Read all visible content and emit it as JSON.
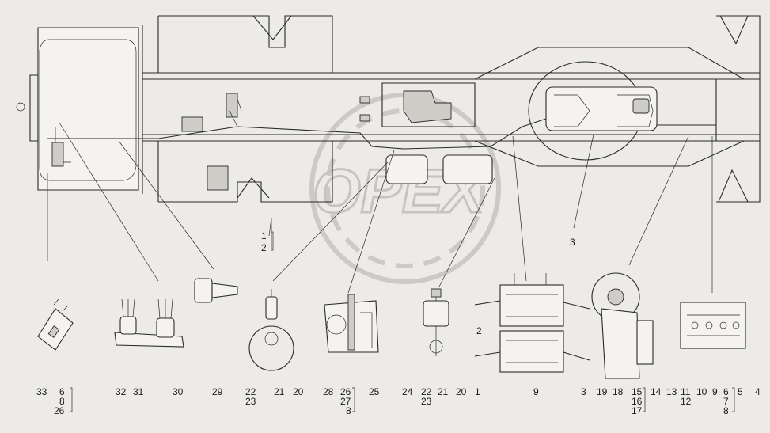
{
  "watermark": {
    "text": "OPEX"
  },
  "callouts": {
    "l1": "1",
    "l2": "2",
    "l3": "3",
    "b33": "33",
    "b6a": "6",
    "b8a": "8",
    "b26a": "26",
    "b32": "32",
    "b31": "31",
    "b30": "30",
    "b29": "29",
    "b22a": "22",
    "b23a": "23",
    "b21a": "21",
    "b20a": "20",
    "b28": "28",
    "b26b": "26",
    "b27": "27",
    "b8b": "8",
    "b25": "25",
    "b24": "24",
    "b22b": "22",
    "b23b": "23",
    "b21b": "21",
    "b20b": "20",
    "b1": "1",
    "b2": "2",
    "b9": "9",
    "b3": "3",
    "b19": "19",
    "b18": "18",
    "b15": "15",
    "b16": "16",
    "b17": "17",
    "b14": "14",
    "b13": "13",
    "b11": "11",
    "b12": "12",
    "b10": "10",
    "b9b": "9",
    "b6b": "6",
    "b7": "7",
    "b8c": "8",
    "b5": "5",
    "b4": "4"
  }
}
